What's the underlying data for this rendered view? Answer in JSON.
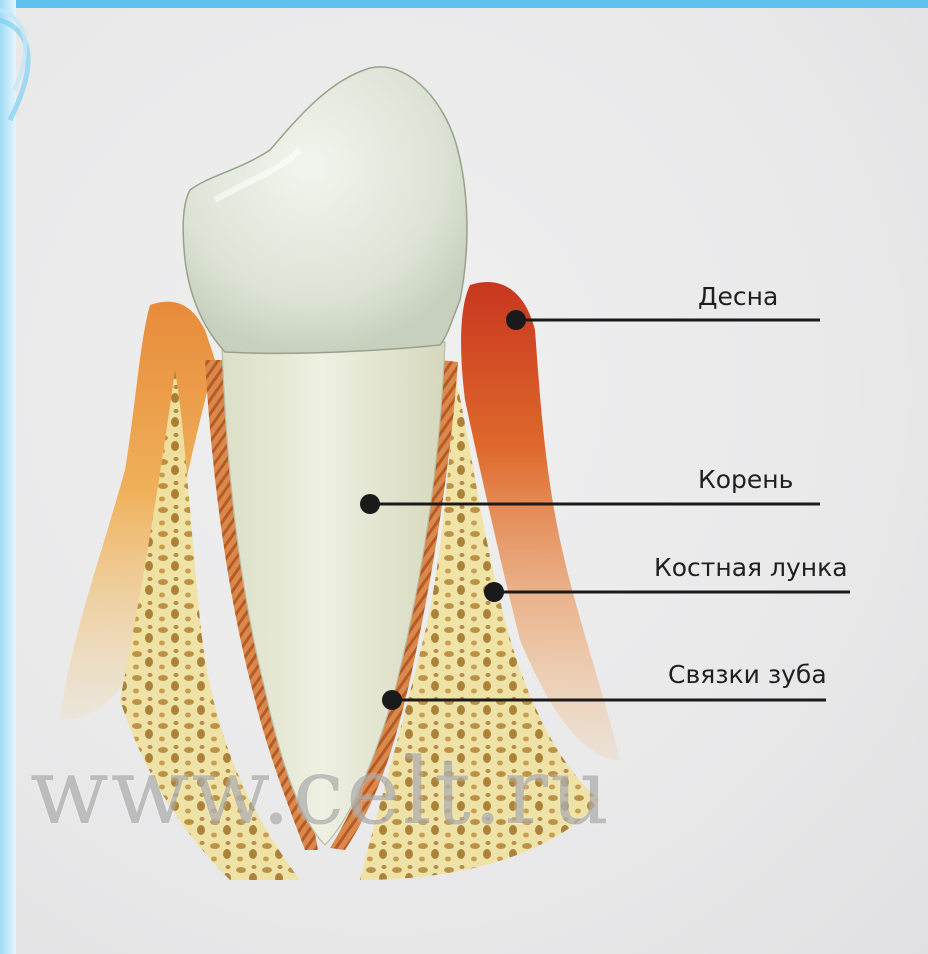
{
  "labels": {
    "gum": "Десна",
    "root": "Корень",
    "socket": "Костная лунка",
    "ligaments": "Связки зуба"
  },
  "watermark": "www.celt.ru",
  "colors": {
    "frame": "#5ec1ee",
    "background": "#ebebec",
    "enamel": "#e3e8dc",
    "gum": "#d9552a",
    "bone": "#e9d590",
    "ligament": "#c9703c"
  }
}
